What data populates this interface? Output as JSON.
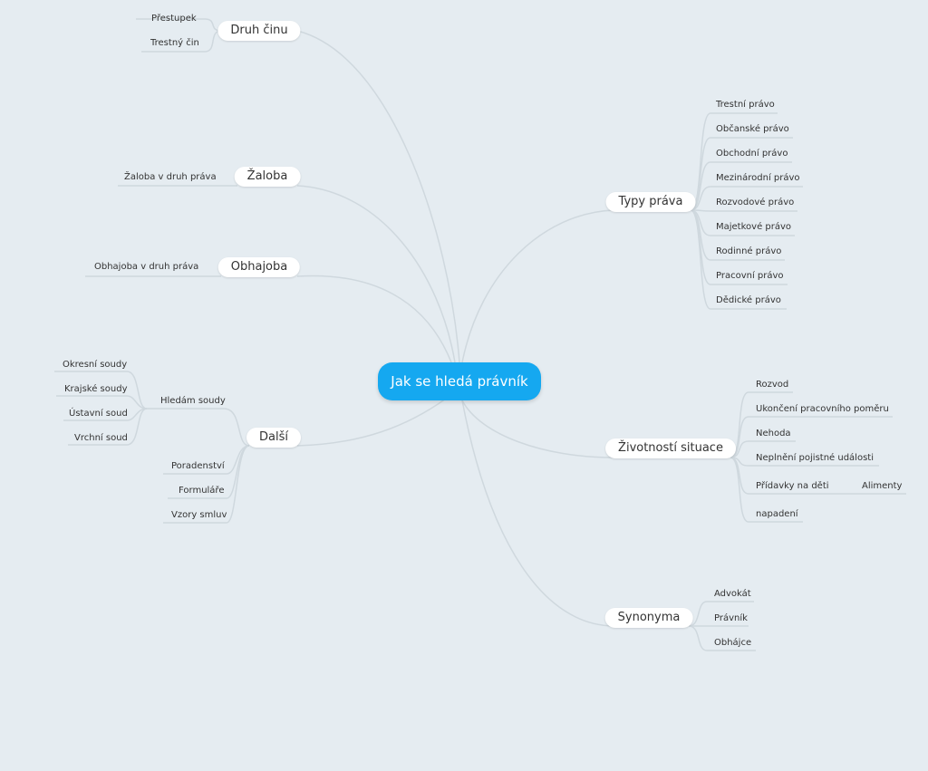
{
  "root": "Jak se hledá právník",
  "druh_cinu": {
    "label": "Druh činu",
    "items": [
      "Přestupek",
      "Trestný čin"
    ]
  },
  "zaloba": {
    "label": "Žaloba",
    "items": [
      "Žaloba v druh práva"
    ]
  },
  "obhajoba": {
    "label": "Obhajoba",
    "items": [
      "Obhajoba v druh práva"
    ]
  },
  "dalsi": {
    "label": "Další",
    "hledam_soudy": {
      "label": "Hledám soudy",
      "items": [
        "Okresní soudy",
        "Krajské soudy",
        "Ústavní soud",
        "Vrchní soud"
      ]
    },
    "items": [
      "Poradenství",
      "Formuláře",
      "Vzory smluv"
    ]
  },
  "typy_prava": {
    "label": "Typy práva",
    "items": [
      "Trestní právo",
      "Občanské právo",
      "Obchodní právo",
      "Mezinárodní právo",
      "Rozvodové právo",
      "Majetkové právo",
      "Rodinné právo",
      "Pracovní právo",
      "Dědické právo"
    ]
  },
  "zivotni_situace": {
    "label": "Životností situace",
    "items": [
      "Rozvod",
      "Ukončení pracovního poměru",
      "Nehoda",
      "Neplnění pojistné události",
      "Přídavky na děti",
      "napadení"
    ],
    "sub": "Alimenty"
  },
  "synonyma": {
    "label": "Synonyma",
    "items": [
      "Advokát",
      "Právník",
      "Obhájce"
    ]
  }
}
